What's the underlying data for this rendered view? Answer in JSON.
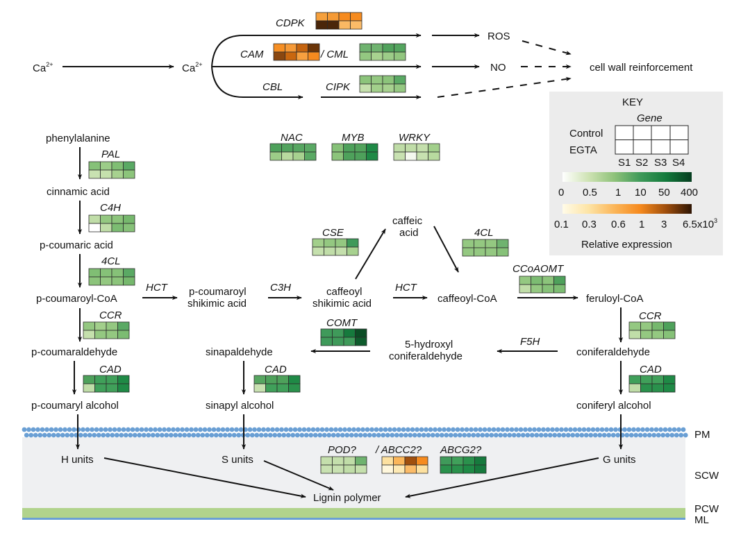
{
  "colors": {
    "background": "#ffffff",
    "membrane_dot": "#6a9fd4",
    "scw_band": "#eff0f2",
    "pcw_band": "#b1d38c",
    "ml_line": "#6a9fd4",
    "key_bg": "#ececec"
  },
  "signaling": {
    "ca_outer": "Ca",
    "ca_inner": "Ca",
    "ca_charge": "2+",
    "genes": {
      "cdpk": "CDPK",
      "cam": "CAM",
      "cml": "/ CML",
      "cbl": "CBL",
      "cipk": "CIPK"
    },
    "ros": "ROS",
    "no": "NO",
    "outcome": "cell wall reinforcement"
  },
  "transcription_factors": {
    "nac": "NAC",
    "myb": "MYB",
    "wrky": "WRKY"
  },
  "metabolites": {
    "phenylalanine": "phenylalanine",
    "cinnamic_acid": "cinnamic acid",
    "p_coumaric_acid": "p-coumaric acid",
    "p_coumaroyl_coa": "p-coumaroyl-CoA",
    "p_coumaroyl_shikimic_1": "p-coumaroyl",
    "p_coumaroyl_shikimic_2": "shikimic acid",
    "caffeoyl_shikimic_1": "caffeoyl",
    "caffeoyl_shikimic_2": "shikimic acid",
    "caffeic_acid_1": "caffeic",
    "caffeic_acid_2": "acid",
    "caffeoyl_coa": "caffeoyl-CoA",
    "feruloyl_coa": "feruloyl-CoA",
    "p_coumaraldehyde": "p-coumaraldehyde",
    "coniferaldehyde": "coniferaldehyde",
    "hydroxy_conifer_1": "5-hydroxyl",
    "hydroxy_conifer_2": "coniferaldehyde",
    "sinapaldehyde": "sinapaldehyde",
    "p_coumaryl_alcohol": "p-coumaryl alcohol",
    "sinapyl_alcohol": "sinapyl alcohol",
    "coniferyl_alcohol": "coniferyl alcohol",
    "h_units": "H units",
    "s_units": "S units",
    "g_units": "G units",
    "lignin_polymer": "Lignin polymer"
  },
  "enzymes": {
    "pal": "PAL",
    "c4h": "C4H",
    "fourcl_left": "4CL",
    "hct_1": "HCT",
    "c3h": "C3H",
    "cse": "CSE",
    "hct_2": "HCT",
    "fourcl_right": "4CL",
    "ccoaomt": "CCoAOMT",
    "ccr_left": "CCR",
    "ccr_right": "CCR",
    "comt": "COMT",
    "f5h": "F5H",
    "cad_left": "CAD",
    "cad_mid": "CAD",
    "cad_right": "CAD",
    "pod": "POD?",
    "abcc2": "/ ABCC2?",
    "abcg2": "ABCG2?"
  },
  "compartments": {
    "pm": "PM",
    "scw": "SCW",
    "pcw": "PCW",
    "ml": "ML"
  },
  "key": {
    "title": "KEY",
    "gene_label": "Gene",
    "row_control": "Control",
    "row_egta": "EGTA",
    "stages": [
      "S1",
      "S2",
      "S3",
      "S4"
    ],
    "green_scale_ticks": [
      "0",
      "0.5",
      "1",
      "10",
      "50",
      "400"
    ],
    "orange_scale_ticks": [
      "0.1",
      "0.3",
      "0.6",
      "1",
      "3",
      "6.5x10"
    ],
    "orange_exp": "3",
    "caption": "Relative expression",
    "green_gradient": [
      "#ffffff",
      "#cfe3b4",
      "#8fc27a",
      "#3f9a5a",
      "#137a3c",
      "#063d1f"
    ],
    "orange_gradient": [
      "#fffbe8",
      "#fde4a6",
      "#fbb65a",
      "#f68a1e",
      "#a04f0d",
      "#2e1504"
    ]
  },
  "heatmaps": {
    "cdpk": {
      "control": [
        "#f6a03c",
        "#f59a35",
        "#f68b1f",
        "#f68b1f"
      ],
      "egta": [
        "#4a260a",
        "#4a260a",
        "#fab863",
        "#fbbb68"
      ]
    },
    "cam": {
      "control": [
        "#f68f24",
        "#f69a38",
        "#c5640f",
        "#6b3508"
      ],
      "egta": [
        "#8a4710",
        "#c9670f",
        "#f7a03f",
        "#f68b1f"
      ]
    },
    "cml": {
      "control": [
        "#6fb36f",
        "#70b470",
        "#51a25c",
        "#54a55f"
      ],
      "egta": [
        "#94c881",
        "#a8d290",
        "#9ccc88",
        "#92c67f"
      ]
    },
    "cipk": {
      "control": [
        "#8cc47b",
        "#94c881",
        "#8cc47b",
        "#5aa964"
      ],
      "egta": [
        "#c5e0ad",
        "#a2cf8b",
        "#a7d18f",
        "#95c882"
      ]
    },
    "nac": {
      "control": [
        "#4ea15b",
        "#52a35e",
        "#57a661",
        "#5aa964"
      ],
      "egta": [
        "#9ccc88",
        "#b8da9f",
        "#a7d18f",
        "#5aa964"
      ]
    },
    "myb": {
      "control": [
        "#86c178",
        "#4ea15b",
        "#53a45d",
        "#1f8a46"
      ],
      "egta": [
        "#8cc47b",
        "#4ea15b",
        "#4ea15b",
        "#1f8a46"
      ]
    },
    "wrky": {
      "control": [
        "#bfdca7",
        "#c0dda8",
        "#c4dfac",
        "#a2cf8b"
      ],
      "egta": [
        "#c8e1b1",
        "#f4f8ef",
        "#c7e1b0",
        "#b8da9f"
      ]
    },
    "pal": {
      "control": [
        "#86c178",
        "#9ccc88",
        "#80be74",
        "#5aa964"
      ],
      "egta": [
        "#c8e1b1",
        "#c5e0ad",
        "#a7d18f",
        "#8cc47b"
      ]
    },
    "c4h": {
      "control": [
        "#c0dda8",
        "#94c881",
        "#8cc47b",
        "#76b86d"
      ],
      "egta": [
        "#ffffff",
        "#c0dda8",
        "#7cbc72",
        "#86c178"
      ]
    },
    "fourcl_left": {
      "control": [
        "#80be74",
        "#86c178",
        "#86c178",
        "#5aa964"
      ],
      "egta": [
        "#8cc47b",
        "#94c881",
        "#8cc47b",
        "#76b86d"
      ]
    },
    "cse": {
      "control": [
        "#a2cf8b",
        "#94c881",
        "#94c881",
        "#3f9a5a"
      ],
      "egta": [
        "#c5e0ad",
        "#c0dda8",
        "#c4dfac",
        "#a7d18f"
      ]
    },
    "fourcl_right": {
      "control": [
        "#94c881",
        "#94c881",
        "#94c881",
        "#6fb36f"
      ],
      "egta": [
        "#94c881",
        "#94c881",
        "#94c881",
        "#86c178"
      ]
    },
    "ccoaomt": {
      "control": [
        "#94c881",
        "#7cbc72",
        "#8cc47b",
        "#4ea15b"
      ],
      "egta": [
        "#c0dda8",
        "#94c881",
        "#86c178",
        "#7cbc72"
      ]
    },
    "ccr_left": {
      "control": [
        "#94c881",
        "#a2cf8b",
        "#94c881",
        "#5aa964"
      ],
      "egta": [
        "#c5e0ad",
        "#94c881",
        "#94c881",
        "#7cbc72"
      ]
    },
    "ccr_right": {
      "control": [
        "#94c881",
        "#94c881",
        "#76b86d",
        "#4ea15b"
      ],
      "egta": [
        "#c0dda8",
        "#94c881",
        "#94c881",
        "#86c178"
      ]
    },
    "comt": {
      "control": [
        "#3f9a5a",
        "#3f9a5a",
        "#167a3d",
        "#0b4d25"
      ],
      "egta": [
        "#3f9a5a",
        "#3f9a5a",
        "#3f9a5a",
        "#0e5b2c"
      ]
    },
    "cad_left": {
      "control": [
        "#4ea15b",
        "#40a05a",
        "#40a05a",
        "#1f8a46"
      ],
      "egta": [
        "#c0dda8",
        "#40a05a",
        "#40a05a",
        "#1f8a46"
      ]
    },
    "cad_mid": {
      "control": [
        "#57a661",
        "#4ea15b",
        "#4ea15b",
        "#1f8a46"
      ],
      "egta": [
        "#c8e1b1",
        "#40a05a",
        "#40a05a",
        "#2a914c"
      ]
    },
    "cad_right": {
      "control": [
        "#40a05a",
        "#40a05a",
        "#40a05a",
        "#1f8a46"
      ],
      "egta": [
        "#c0dda8",
        "#2a914c",
        "#2a914c",
        "#1f8a46"
      ]
    },
    "pod": {
      "control": [
        "#c4dfac",
        "#c4dfac",
        "#c0dda8",
        "#6fb36f"
      ],
      "egta": [
        "#c8e1b1",
        "#c8e1b1",
        "#c0dda8",
        "#c5e0ad"
      ]
    },
    "abcc2": {
      "control": [
        "#fde1a0",
        "#fbb65a",
        "#a04f0d",
        "#f68b1f"
      ],
      "egta": [
        "#fff7dc",
        "#fde9b4",
        "#fbbb68",
        "#fde1a0"
      ]
    },
    "abcg2": {
      "control": [
        "#3f9a5a",
        "#40a05a",
        "#2a914c",
        "#167a3d"
      ],
      "egta": [
        "#2a914c",
        "#2a914c",
        "#1f8a46",
        "#167a3d"
      ]
    }
  }
}
